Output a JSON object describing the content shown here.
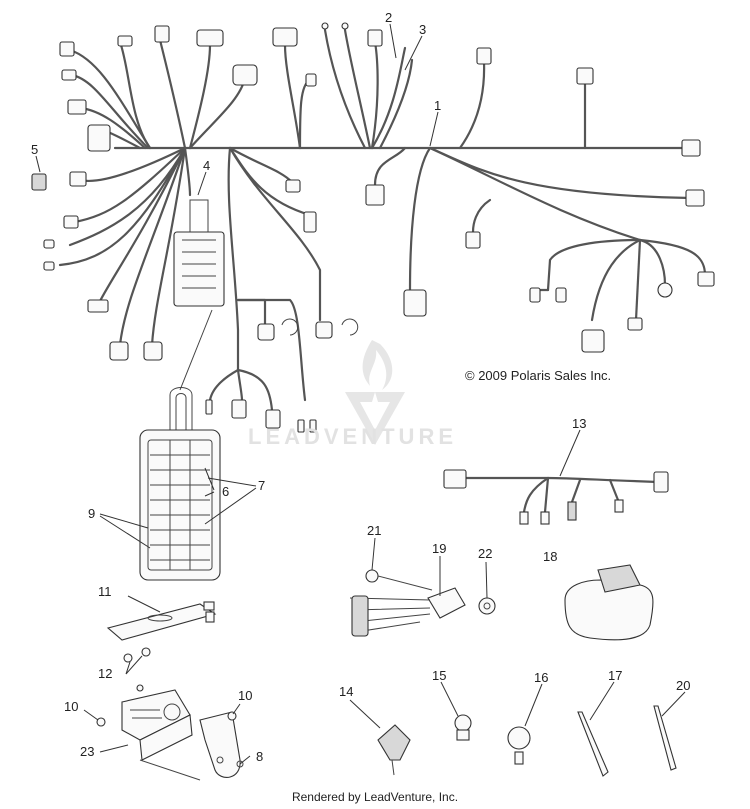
{
  "copyright": "© 2009 Polaris Sales Inc.",
  "footer": "Rendered by LeadVenture, Inc.",
  "watermark": "LEADVENTURE",
  "callouts": {
    "c1": "1",
    "c2": "2",
    "c3": "3",
    "c4": "4",
    "c5": "5",
    "c6": "6",
    "c7": "7",
    "c8": "8",
    "c9": "9",
    "c10a": "10",
    "c10b": "10",
    "c11": "11",
    "c12": "12",
    "c13": "13",
    "c14": "14",
    "c15": "15",
    "c16": "16",
    "c17": "17",
    "c18": "18",
    "c19": "19",
    "c20": "20",
    "c21": "21",
    "c22": "22",
    "c23": "23"
  }
}
